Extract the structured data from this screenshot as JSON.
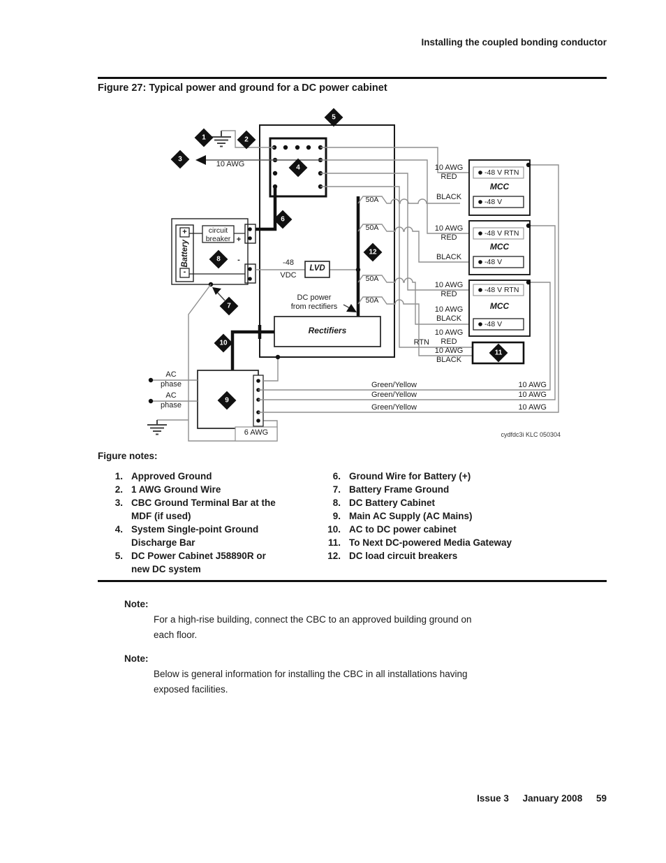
{
  "page": {
    "header": "Installing the coupled bonding conductor",
    "figure_title": "Figure 27: Typical power and ground for a DC power cabinet",
    "footer": {
      "issue": "Issue 3",
      "date": "January 2008",
      "page_number": "59"
    }
  },
  "diagram": {
    "caption_code": "cydfdc3i KLC 050304",
    "callouts": [
      "1",
      "2",
      "3",
      "4",
      "5",
      "6",
      "7",
      "8",
      "9",
      "10",
      "11",
      "12"
    ],
    "labels": {
      "awg10": "10 AWG",
      "awg10_red": "10 AWG\nRED",
      "awg10_black": "10 AWG\nBLACK",
      "black": "BLACK",
      "rtn": "RTN",
      "green_yellow": "Green/Yellow",
      "ac_phase": "AC\nphase",
      "neg48": "-48",
      "vdc": "VDC",
      "lvd": "LVD",
      "dc_power_from_rectifiers": "DC power\nfrom rectifiers",
      "rectifiers": "Rectifiers",
      "mcc": "MCC",
      "rtn_terminal": "-48 V RTN",
      "v48_terminal": "-48 V",
      "breaker_50a": "50A",
      "circuit_breaker": "circuit\nbreaker",
      "battery": "Battery",
      "plus": "+",
      "minus": "-",
      "awg6": "6 AWG"
    }
  },
  "figure_notes": {
    "heading": "Figure notes:",
    "left": [
      {
        "num": "1.",
        "text": "Approved Ground"
      },
      {
        "num": "2.",
        "text": "1 AWG Ground Wire"
      },
      {
        "num": "3.",
        "text": "CBC Ground Terminal Bar at the\nMDF (if used)"
      },
      {
        "num": "4.",
        "text": "System Single-point Ground\nDischarge Bar"
      },
      {
        "num": "5.",
        "text": "DC Power Cabinet J58890R or\nnew DC system"
      }
    ],
    "right": [
      {
        "num": "6.",
        "text": "Ground Wire for Battery (+)"
      },
      {
        "num": "7.",
        "text": "Battery Frame Ground"
      },
      {
        "num": "8.",
        "text": "DC Battery Cabinet"
      },
      {
        "num": "9.",
        "text": "Main AC Supply (AC Mains)"
      },
      {
        "num": "10.",
        "text": "AC to DC power cabinet"
      },
      {
        "num": "11.",
        "text": "To Next DC-powered Media Gateway"
      },
      {
        "num": "12.",
        "text": "DC load circuit breakers"
      }
    ]
  },
  "notes": [
    {
      "label": "Note:",
      "body": "For a high-rise building, connect the CBC to an approved building ground on\neach floor."
    },
    {
      "label": "Note:",
      "body": "Below is general information for installing the CBC in all installations having\nexposed facilities."
    }
  ]
}
